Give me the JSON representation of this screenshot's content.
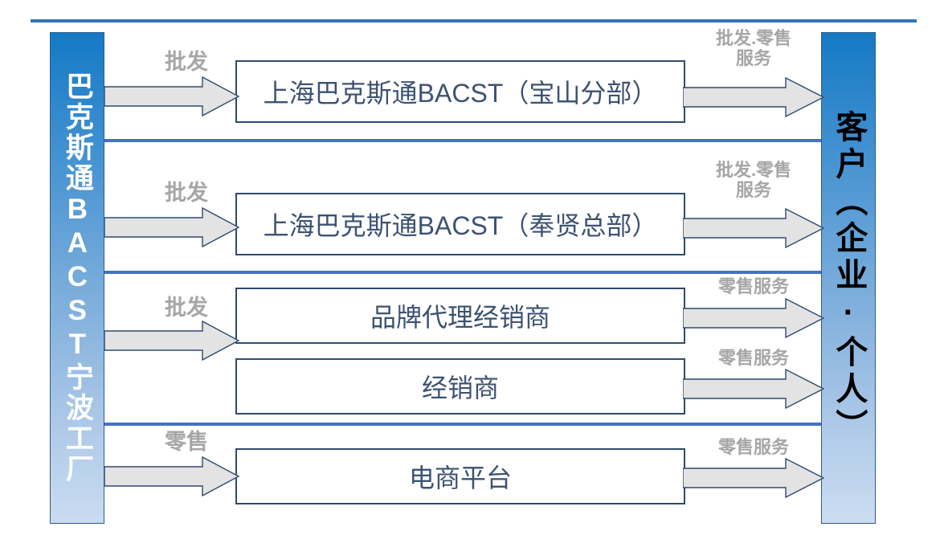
{
  "diagram": {
    "title_rule_color": "#2E75B6",
    "separator_color": "#4472C4",
    "box_border_color": "#2F4B6E",
    "box_text_color": "#3D5272",
    "arrow_fill_color": "#E3E3E3",
    "arrow_outline_color": "#2F4B6E",
    "arrow_label_color": "#A6A6A6"
  },
  "source": {
    "label": "巴克斯通BACST宁波工厂"
  },
  "destination": {
    "label": "客户（企业·个人）"
  },
  "channels": [
    {
      "name": "上海巴克斯通BACST（宝山分部）"
    },
    {
      "name": "上海巴克斯通BACST（奉贤总部）"
    },
    {
      "name": "品牌代理经销商"
    },
    {
      "name": "经销商"
    },
    {
      "name": "电商平台"
    }
  ],
  "inbound_flows": [
    {
      "label": "批发"
    },
    {
      "label": "批发"
    },
    {
      "label": "批发"
    },
    {
      "label": "零售"
    }
  ],
  "outbound_flows": [
    {
      "label": "批发.零售\n服务"
    },
    {
      "label": "批发.零售\n服务"
    },
    {
      "label": "零售服务"
    },
    {
      "label": "零售服务"
    },
    {
      "label": "零售服务"
    }
  ]
}
